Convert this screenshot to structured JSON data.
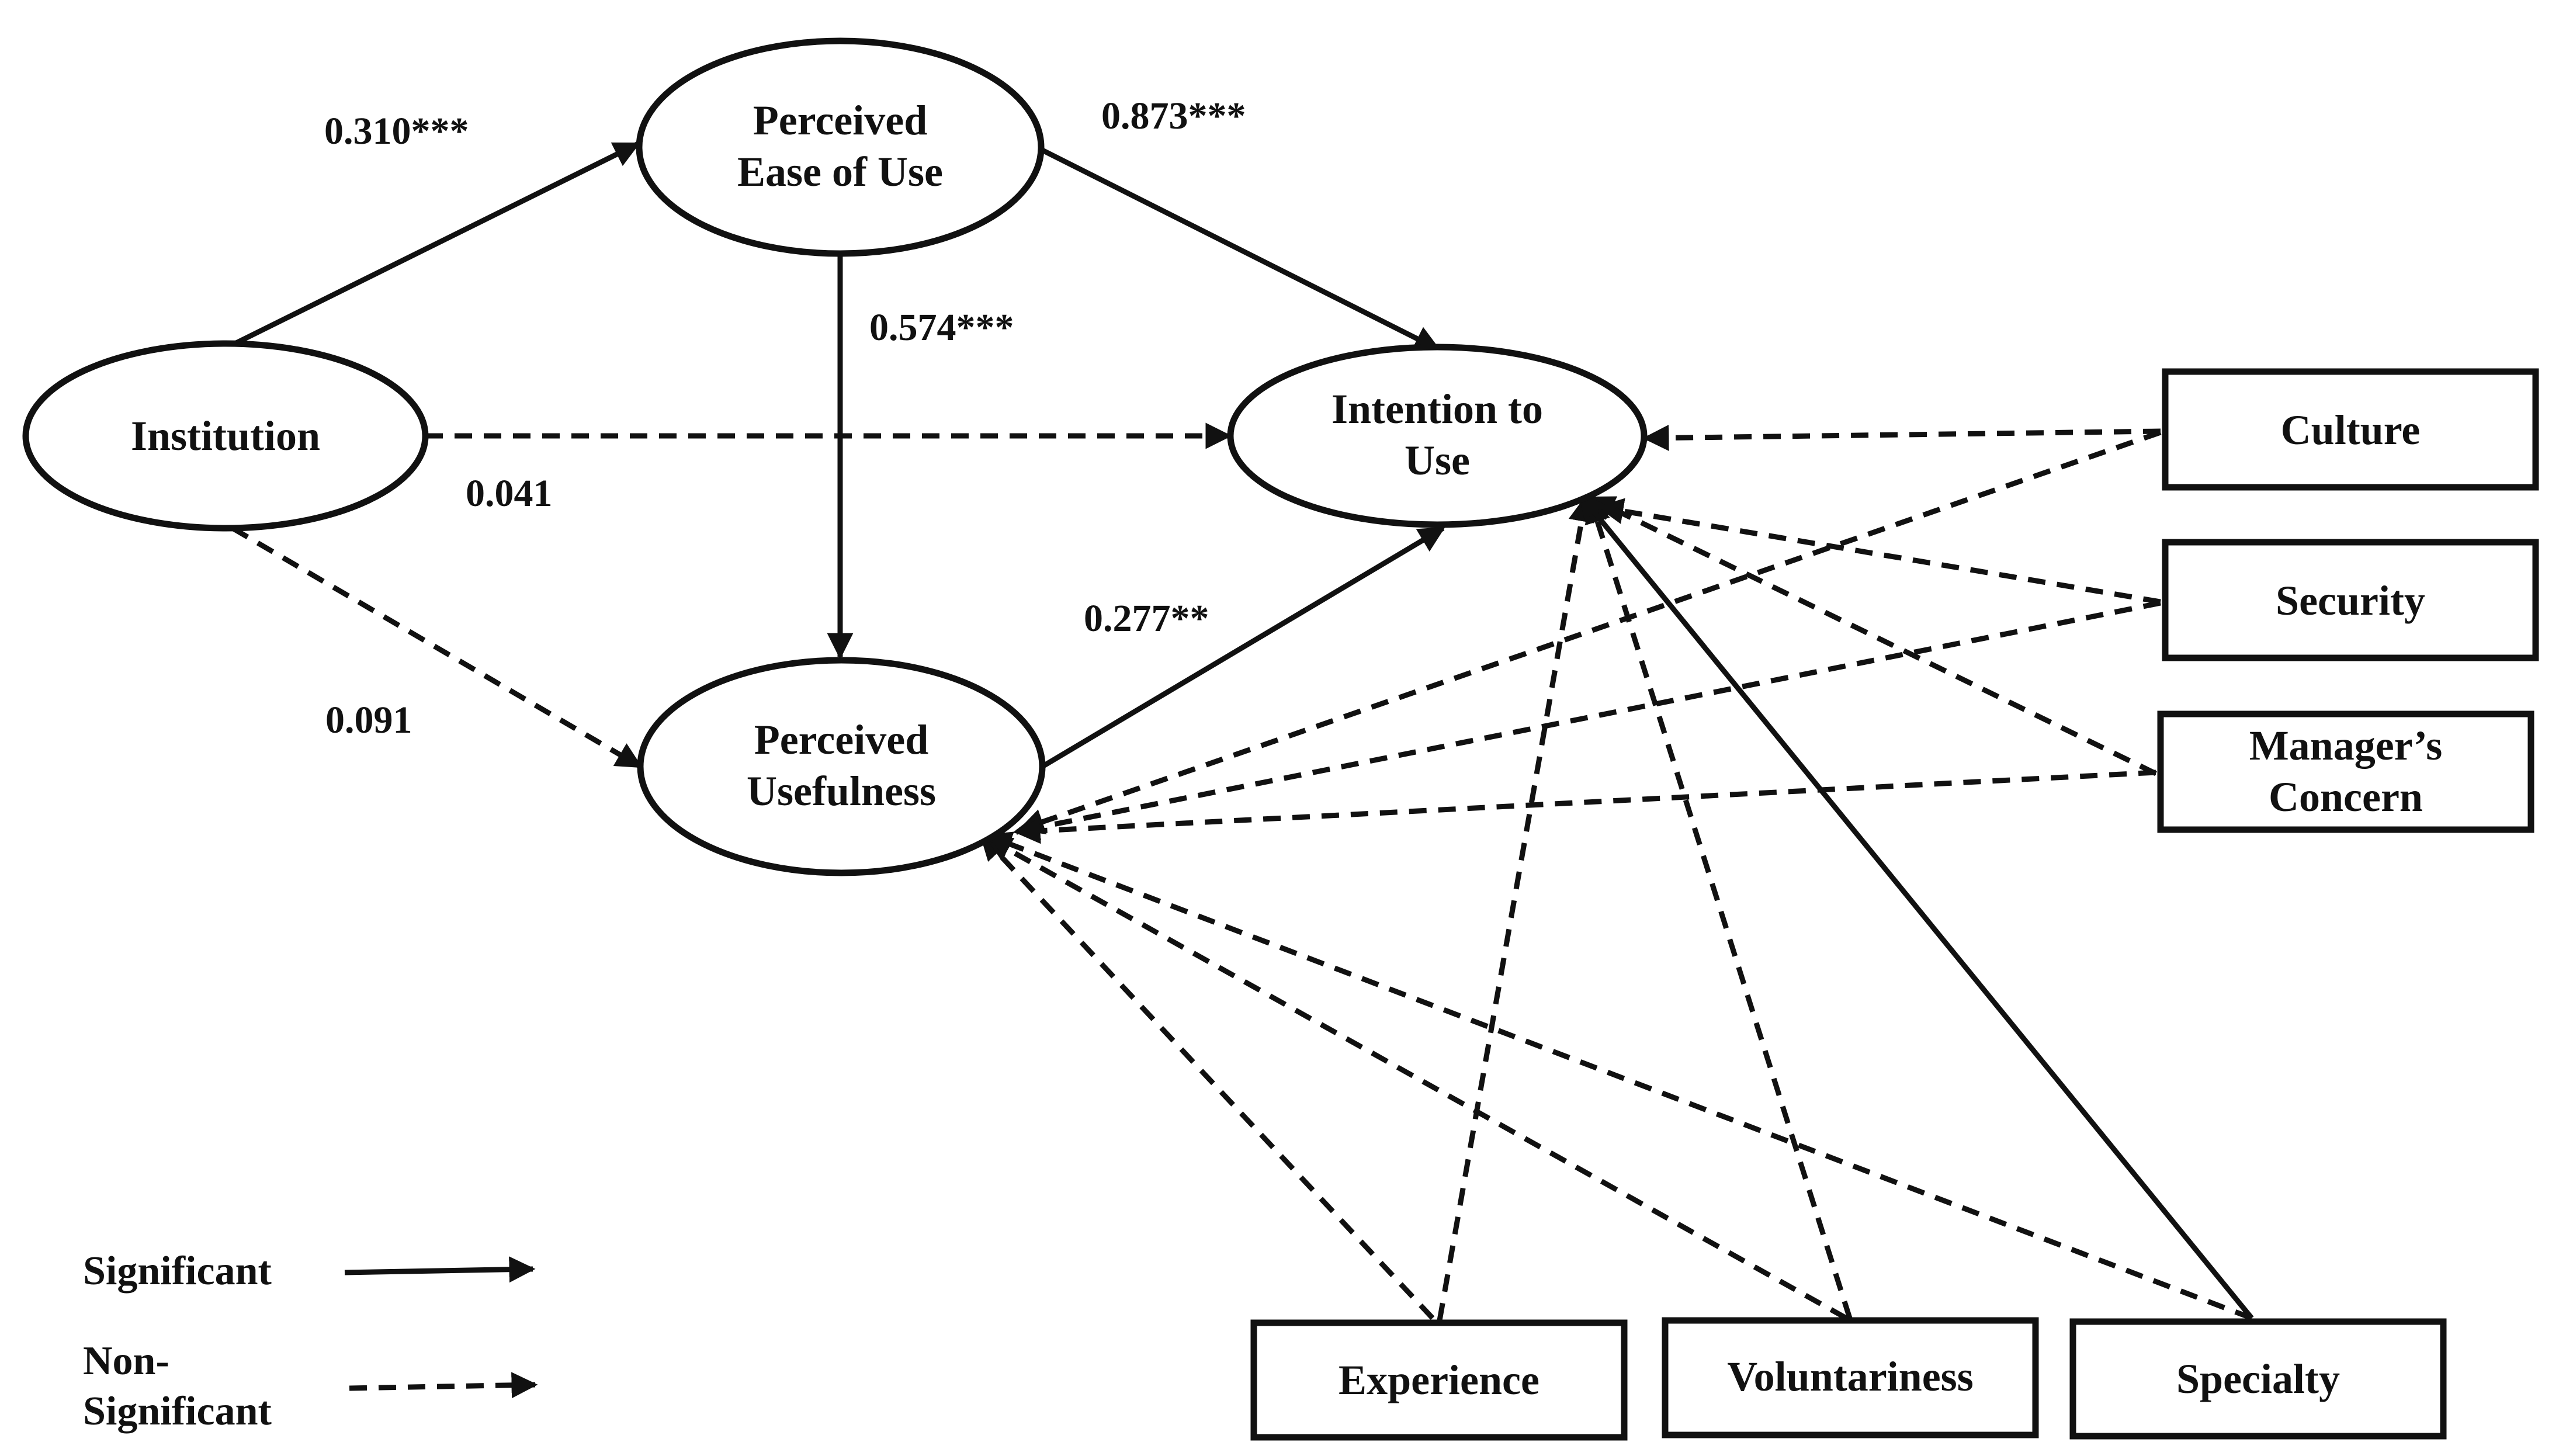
{
  "nodes": {
    "institution": {
      "lines": [
        "Institution"
      ],
      "shape": "ellipse"
    },
    "peou": {
      "lines": [
        "Perceived",
        "Ease of Use"
      ],
      "shape": "ellipse"
    },
    "pu": {
      "lines": [
        "Perceived",
        "Usefulness"
      ],
      "shape": "ellipse"
    },
    "itu": {
      "lines": [
        "Intention to",
        "Use"
      ],
      "shape": "ellipse"
    },
    "culture": {
      "lines": [
        "Culture"
      ],
      "shape": "box"
    },
    "security": {
      "lines": [
        "Security"
      ],
      "shape": "box"
    },
    "managers_concern": {
      "lines": [
        "Manager’s",
        "Concern"
      ],
      "shape": "box"
    },
    "experience": {
      "lines": [
        "Experience"
      ],
      "shape": "box"
    },
    "voluntariness": {
      "lines": [
        "Voluntariness"
      ],
      "shape": "box"
    },
    "specialty": {
      "lines": [
        "Specialty"
      ],
      "shape": "box"
    }
  },
  "paths": {
    "institution_peou": {
      "from": "Institution",
      "to": "Perceived Ease of Use",
      "coefficient": "0.310***",
      "significant": true
    },
    "peou_itu": {
      "from": "Perceived Ease of Use",
      "to": "Intention to Use",
      "coefficient": "0.873***",
      "significant": true
    },
    "peou_pu": {
      "from": "Perceived Ease of Use",
      "to": "Perceived Usefulness",
      "coefficient": "0.574***",
      "significant": true
    },
    "institution_itu": {
      "from": "Institution",
      "to": "Intention to Use",
      "coefficient": "0.041",
      "significant": false
    },
    "institution_pu": {
      "from": "Institution",
      "to": "Perceived Usefulness",
      "coefficient": "0.091",
      "significant": false
    },
    "pu_itu": {
      "from": "Perceived Usefulness",
      "to": "Intention to Use",
      "coefficient": "0.277**",
      "significant": true
    },
    "culture_itu": {
      "from": "Culture",
      "to": "Intention to Use",
      "significant": false
    },
    "culture_pu": {
      "from": "Culture",
      "to": "Perceived Usefulness",
      "significant": false
    },
    "security_itu": {
      "from": "Security",
      "to": "Intention to Use",
      "significant": false
    },
    "security_pu": {
      "from": "Security",
      "to": "Perceived Usefulness",
      "significant": false
    },
    "managers_concern_itu": {
      "from": "Manager’s Concern",
      "to": "Intention to Use",
      "significant": false
    },
    "managers_concern_pu": {
      "from": "Manager’s Concern",
      "to": "Perceived Usefulness",
      "significant": false
    },
    "experience_itu": {
      "from": "Experience",
      "to": "Intention to Use",
      "significant": false
    },
    "experience_pu": {
      "from": "Experience",
      "to": "Perceived Usefulness",
      "significant": false
    },
    "voluntariness_itu": {
      "from": "Voluntariness",
      "to": "Intention to Use",
      "significant": false
    },
    "voluntariness_pu": {
      "from": "Voluntariness",
      "to": "Perceived Usefulness",
      "significant": false
    },
    "specialty_itu": {
      "from": "Specialty",
      "to": "Intention to Use",
      "significant": true
    },
    "specialty_pu": {
      "from": "Specialty",
      "to": "Perceived Usefulness",
      "significant": false
    }
  },
  "legend": {
    "significant": {
      "lines": [
        "Significant"
      ]
    },
    "non_significant": {
      "lines": [
        "Non-",
        "Significant"
      ]
    }
  }
}
